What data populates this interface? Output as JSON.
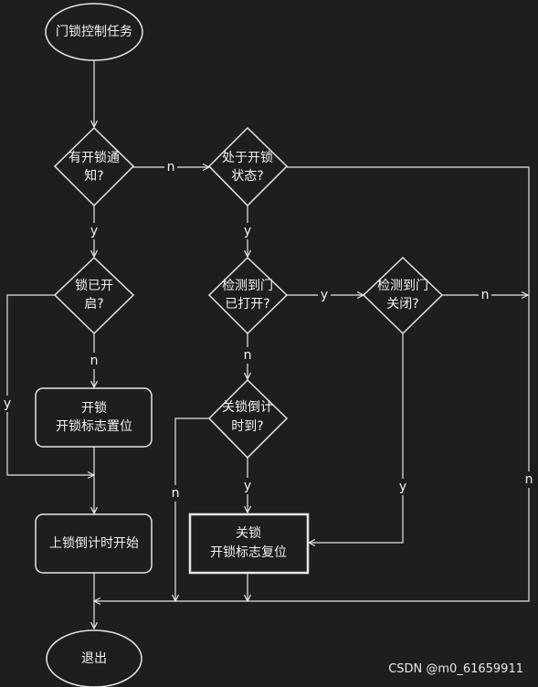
{
  "nodes": {
    "start": "门锁控制任务",
    "q_unlock_notice": [
      "有开锁通",
      "知?"
    ],
    "q_unlocked_state": [
      "处于开锁",
      "状态?"
    ],
    "q_lock_open": [
      "锁已开",
      "启?"
    ],
    "q_door_opened": [
      "检测到门",
      "已打开?"
    ],
    "q_door_closed": [
      "检测到门",
      "关闭?"
    ],
    "unlock_box": [
      "开锁",
      "开锁标志置位"
    ],
    "q_countdown": [
      "关锁倒计",
      "时到?"
    ],
    "start_countdown": "上锁倒计时开始",
    "lock_box": [
      "关锁",
      "开锁标志复位"
    ],
    "end": "退出"
  },
  "edge_labels": {
    "yes": "y",
    "no": "n"
  },
  "watermark": "CSDN @m0_61659911"
}
